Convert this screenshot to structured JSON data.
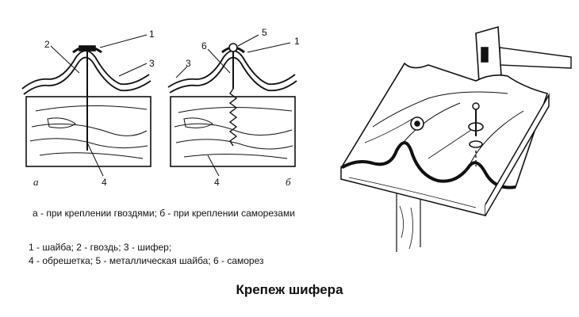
{
  "diagram_a": {
    "letter": "а",
    "labels": {
      "washer": "1",
      "nail": "2",
      "slate": "3",
      "batten": "4"
    }
  },
  "diagram_b": {
    "letter": "б",
    "labels": {
      "metal_washer": "5",
      "slate_top": "1",
      "screw": "6",
      "slate": "3",
      "batten": "4"
    }
  },
  "caption_methods": "а - при креплении гвоздями; б - при креплении саморезами",
  "legend": {
    "line1": "1 - шайба; 2 - гвоздь; 3 - шифер;",
    "line2": "4 - обрешетка; 5 - металлическая шайба; 6 - саморез"
  },
  "title": "Крепеж шифера"
}
